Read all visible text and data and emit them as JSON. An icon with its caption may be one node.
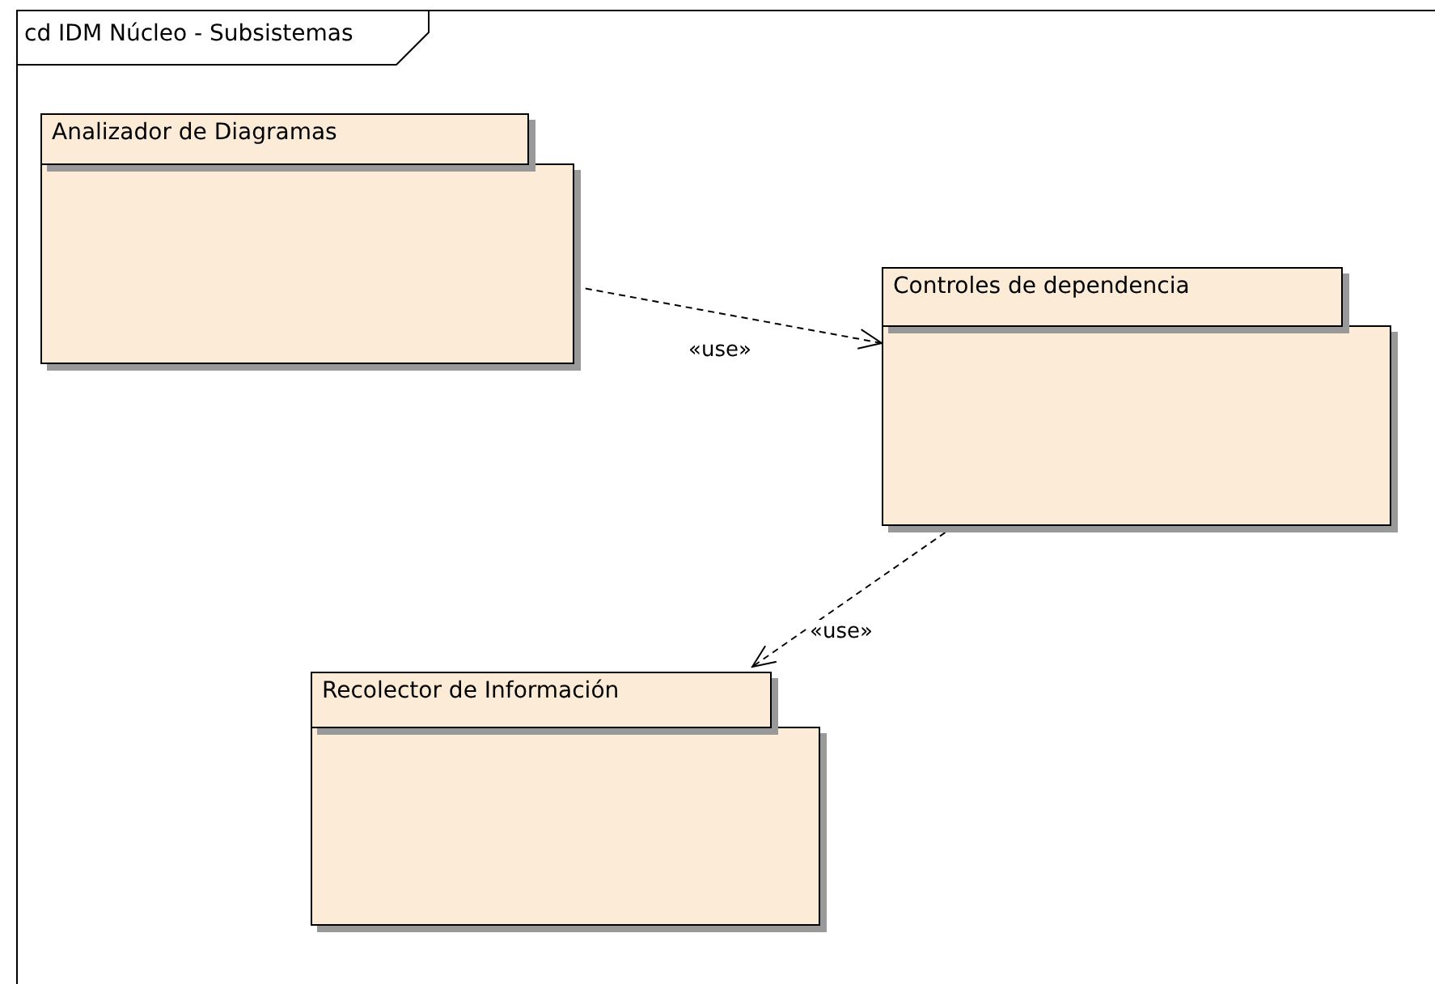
{
  "diagram": {
    "title": "cd IDM Núcleo - Subsistemas",
    "nodes": [
      {
        "text": [
          "Analizador de Diagramas"
        ]
      },
      {
        "text": [
          "Controles de dependencia"
        ]
      },
      {
        "text": [
          "Recolector de Información"
        ]
      }
    ],
    "edges": [
      {
        "from": 0,
        "to": 1,
        "arrow": "to",
        "style": "dashed",
        "label": "«use»"
      },
      {
        "from": 1,
        "to": 2,
        "arrow": "to",
        "style": "dashed",
        "label": "«use»"
      }
    ]
  }
}
